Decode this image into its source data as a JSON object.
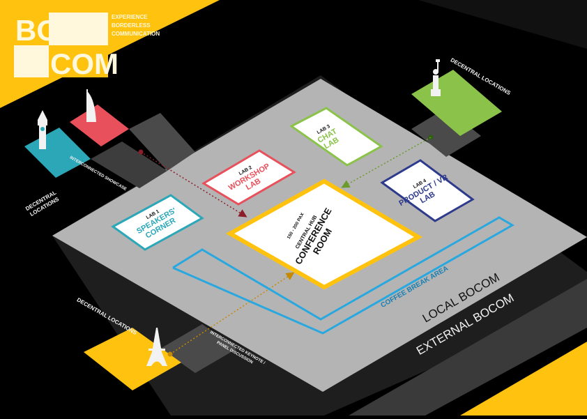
{
  "logo": {
    "letters_top": "BO",
    "letters_bottom": "COM",
    "tagline": [
      "EXPERIENCE",
      "BORDERLESS",
      "COMMUNICATION"
    ]
  },
  "colors": {
    "yellow": "#FFC20E",
    "cream": "#FFF8DC",
    "floor_gray": "#B4B4B4",
    "band_dark": "#2A2A2A",
    "teal": "#2BA7B8",
    "red": "#E8505B",
    "green": "#8BC34A",
    "blue": "#29A8E0",
    "navy": "#2E3A8C"
  },
  "labels": {
    "decentral_top_right": "DECENTRAL LOCATIONS",
    "decentral_left_line1": "DECENTRAL",
    "decentral_left_line2": "LOCATIONS",
    "decentral_bottom_left": "DECENTRAL LOCATIONS",
    "interconnected_showcase": "INTERCONNECTED SHOWCASE",
    "interconnected_keynote_line1": "INTERCONNECTED KEYNOTE /",
    "interconnected_keynote_line2": "PANEL DISCUSSION",
    "coffee_break": "COFFEE BREAK AREA",
    "local_bocom": "LOCAL BOCOM",
    "external_bocom": "EXTERNAL BOCOM"
  },
  "labs": [
    {
      "tag": "LAB 1",
      "line1": "SPEAKERS'",
      "line2": "CORNER"
    },
    {
      "tag": "LAB 2",
      "line1": "WORKSHOP",
      "line2": "LAB"
    },
    {
      "tag": "LAB 3",
      "line1": "CHAT",
      "line2": "LAB"
    },
    {
      "tag": "LAB 4",
      "line1": "PRODUCT / VR",
      "line2": "LAB"
    }
  ],
  "hub": {
    "capacity": "150 - 200 PAX",
    "tag": "CENTRAL HUB",
    "line1": "CONFERENCE",
    "line2": "ROOM"
  },
  "icons": [
    "big-ben-icon",
    "burj-al-arab-icon",
    "statue-of-liberty-icon",
    "eiffel-tower-icon"
  ]
}
